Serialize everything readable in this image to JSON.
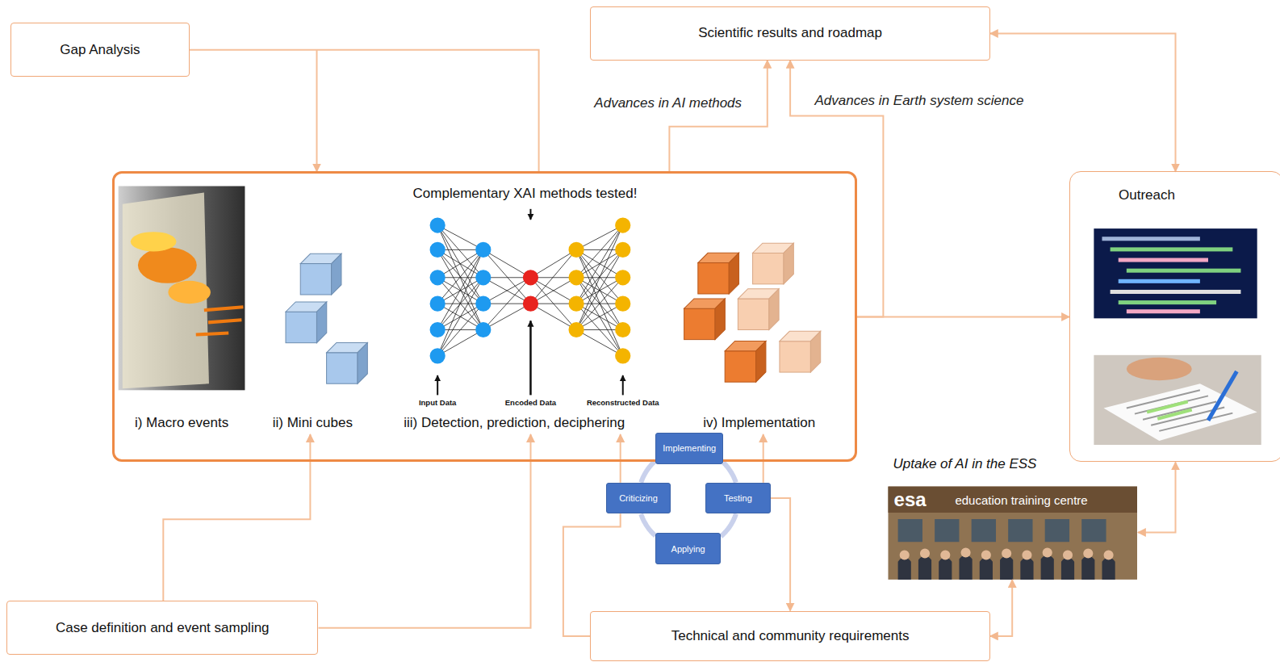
{
  "diagram": {
    "nodes": [
      {
        "text": [
          "Gap Analysis"
        ]
      },
      {
        "text": [
          "Scientific results and roadmap"
        ]
      },
      {
        "text": [
          "Complementary XAI methods tested!"
        ]
      },
      {
        "text": [
          "i) Macro events"
        ],
        "in": 2
      },
      {
        "text": [
          "ii) Mini cubes"
        ],
        "in": 2
      },
      {
        "text": [
          "iii) Detection, prediction, deciphering"
        ],
        "in": 2
      },
      {
        "text": [
          "iv) Implementation"
        ],
        "in": 2
      },
      {
        "text": [
          "Outreach"
        ]
      },
      {
        "text": [
          "Implementing"
        ]
      },
      {
        "text": [
          "Criticizing"
        ]
      },
      {
        "text": [
          "Testing"
        ]
      },
      {
        "text": [
          "Applying"
        ]
      },
      {
        "text": [
          "Uptake of AI in the ESS"
        ]
      },
      {
        "text": [
          "Case definition and event sampling"
        ]
      },
      {
        "text": [
          "Technical and community requirements"
        ]
      }
    ],
    "edges": [
      {
        "from": 0,
        "to": 2,
        "arrow": "to"
      },
      {
        "from": 2,
        "to": 1,
        "label": "Advances in AI methods",
        "arrow": "to"
      },
      {
        "from": 2,
        "to": 1,
        "label": "Advances in Earth system science",
        "arrow": "to"
      },
      {
        "from": 2,
        "to": 7,
        "arrow": "to"
      },
      {
        "from": 1,
        "to": 7,
        "arrow": "both"
      },
      {
        "from": 13,
        "to": 4,
        "arrow": "to"
      },
      {
        "from": 13,
        "to": 5,
        "arrow": "to"
      },
      {
        "from": 14,
        "to": 9,
        "arrow": "none"
      },
      {
        "from": 9,
        "to": 5,
        "arrow": "to"
      },
      {
        "from": 10,
        "to": 6,
        "arrow": "to"
      },
      {
        "from": 10,
        "to": 14,
        "arrow": "to"
      },
      {
        "from": 8,
        "to": 10,
        "arrow": "none"
      },
      {
        "from": 10,
        "to": 11,
        "arrow": "none"
      },
      {
        "from": 11,
        "to": 9,
        "arrow": "none"
      },
      {
        "from": 9,
        "to": 8,
        "arrow": "none"
      },
      {
        "from": 14,
        "to": 12,
        "arrow": "both"
      },
      {
        "from": 12,
        "to": 7,
        "arrow": "both"
      }
    ],
    "labels": [
      "Input Data",
      "Encoded Data",
      "Reconstructed Data",
      "esa",
      "education training centre"
    ]
  }
}
